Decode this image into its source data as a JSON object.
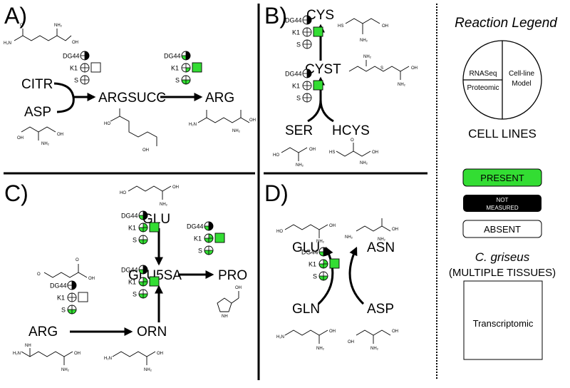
{
  "panels": {
    "a": {
      "label": "A)",
      "metabolites": [
        "CITR",
        "ASP",
        "ARGSUCC",
        "ARG"
      ]
    },
    "b": {
      "label": "B)",
      "metabolites": [
        "CYS",
        "CYST",
        "SER",
        "HCYS"
      ]
    },
    "c": {
      "label": "C)",
      "metabolites": [
        "GLU",
        "GLU5SA",
        "PRO",
        "ARG",
        "ORN"
      ]
    },
    "d": {
      "label": "D)",
      "metabolites": [
        "GLU",
        "ASN",
        "GLN",
        "ASP"
      ]
    }
  },
  "cell_line_labels": {
    "dg44": "DG44",
    "k1": "K1",
    "s": "S"
  },
  "legend": {
    "title": "Reaction Legend",
    "rnaseq": "RNASeq",
    "proteomic": "Proteomic",
    "cellline_model": "Cell-line Model",
    "cell_lines": "CELL LINES",
    "present": "PRESENT",
    "not_measured": "NOT MEASURED",
    "absent": "ABSENT",
    "species": "C. griseus",
    "tissues": "(MULTIPLE TISSUES)",
    "transcriptomic": "Transcriptomic"
  },
  "colors": {
    "present": "#33dd33",
    "not_measured": "#000000",
    "absent": "#ffffff"
  }
}
